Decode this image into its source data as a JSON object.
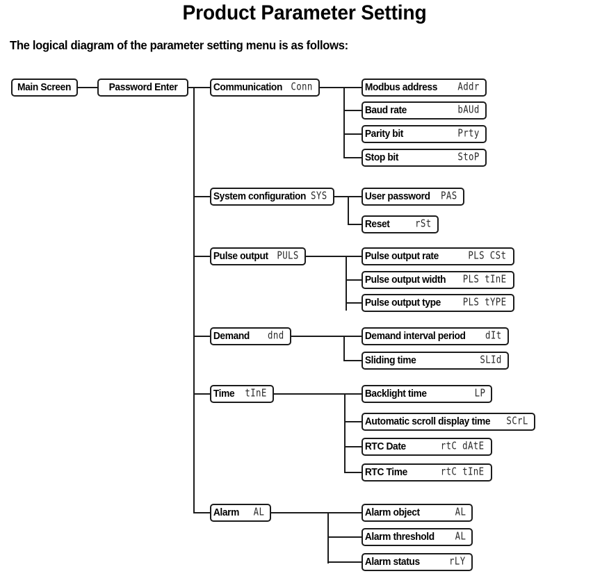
{
  "page": {
    "title": "Product Parameter Setting",
    "subtitle": "The logical diagram of the parameter setting menu is as follows:"
  },
  "diagram": {
    "type": "tree-menu-map",
    "root": {
      "label": "Main Screen",
      "code": ""
    },
    "gate": {
      "label": "Password Enter",
      "code": ""
    },
    "branches": [
      {
        "label": "Communication",
        "code": "Conn",
        "children": [
          {
            "label": "Modbus address",
            "code": "Addr"
          },
          {
            "label": "Baud rate",
            "code": "bAUd"
          },
          {
            "label": "Parity bit",
            "code": "Prty"
          },
          {
            "label": "Stop bit",
            "code": "StoP"
          }
        ]
      },
      {
        "label": "System configuration",
        "code": "SYS",
        "children": [
          {
            "label": "User password",
            "code": "PAS"
          },
          {
            "label": "Reset",
            "code": "rSt"
          }
        ]
      },
      {
        "label": "Pulse output",
        "code": "PULS",
        "children": [
          {
            "label": "Pulse output rate",
            "code": "PLS CSt"
          },
          {
            "label": "Pulse output width",
            "code": "PLS tInE"
          },
          {
            "label": "Pulse output type",
            "code": "PLS tYPE"
          }
        ]
      },
      {
        "label": "Demand",
        "code": "dnd",
        "children": [
          {
            "label": "Demand interval period",
            "code": "dIt"
          },
          {
            "label": "Sliding time",
            "code": "SLId"
          }
        ]
      },
      {
        "label": "Time",
        "code": "tInE",
        "children": [
          {
            "label": "Backlight time",
            "code": "LP"
          },
          {
            "label": "Automatic scroll display time",
            "code": "SCrL"
          },
          {
            "label": "RTC Date",
            "code": "rtC dAtE"
          },
          {
            "label": "RTC Time",
            "code": "rtC tInE"
          }
        ]
      },
      {
        "label": "Alarm",
        "code": "AL",
        "children": [
          {
            "label": "Alarm object",
            "code": "AL"
          },
          {
            "label": "Alarm threshold",
            "code": "AL"
          },
          {
            "label": "Alarm status",
            "code": "rLY"
          }
        ]
      }
    ]
  }
}
